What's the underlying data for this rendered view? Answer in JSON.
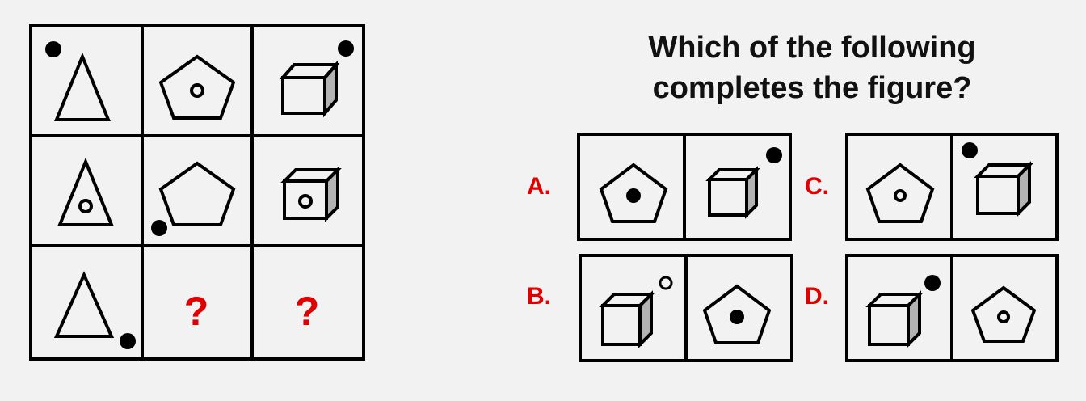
{
  "question": {
    "line1": "Which of the following",
    "line2": "completes the figure?"
  },
  "grid": {
    "rows": [
      [
        {
          "shape": "triangle",
          "inner": "none",
          "dot": "filled-top-left"
        },
        {
          "shape": "pentagon",
          "inner": "hollow-circle",
          "dot": "none"
        },
        {
          "shape": "cube",
          "inner": "none",
          "dot": "filled-top-right"
        }
      ],
      [
        {
          "shape": "triangle",
          "inner": "hollow-circle",
          "dot": "none"
        },
        {
          "shape": "pentagon",
          "inner": "none",
          "dot": "filled-bottom-left"
        },
        {
          "shape": "cube",
          "inner": "hollow-circle",
          "dot": "none"
        }
      ],
      [
        {
          "shape": "triangle",
          "inner": "none",
          "dot": "filled-bottom-right"
        },
        {
          "shape": "unknown",
          "text": "?"
        },
        {
          "shape": "unknown",
          "text": "?"
        }
      ]
    ]
  },
  "options": [
    {
      "label": "A.",
      "cells": [
        {
          "shape": "pentagon",
          "inner": "filled-circle",
          "dot": "none"
        },
        {
          "shape": "cube",
          "inner": "none",
          "dot": "filled-top-right"
        }
      ]
    },
    {
      "label": "B.",
      "cells": [
        {
          "shape": "cube",
          "inner": "none",
          "dot": "hollow-top-right"
        },
        {
          "shape": "pentagon",
          "inner": "filled-circle",
          "dot": "none"
        }
      ]
    },
    {
      "label": "C.",
      "cells": [
        {
          "shape": "pentagon",
          "inner": "hollow-circle",
          "dot": "none"
        },
        {
          "shape": "cube",
          "inner": "none",
          "dot": "filled-top-left"
        }
      ]
    },
    {
      "label": "D.",
      "cells": [
        {
          "shape": "cube",
          "inner": "none",
          "dot": "filled-top-right"
        },
        {
          "shape": "pentagon",
          "inner": "hollow-circle",
          "dot": "none"
        }
      ]
    }
  ],
  "colors": {
    "background": "#f2f2f2",
    "stroke": "#000000",
    "label": "#e00000",
    "cube_side": "#b3b3b3"
  }
}
